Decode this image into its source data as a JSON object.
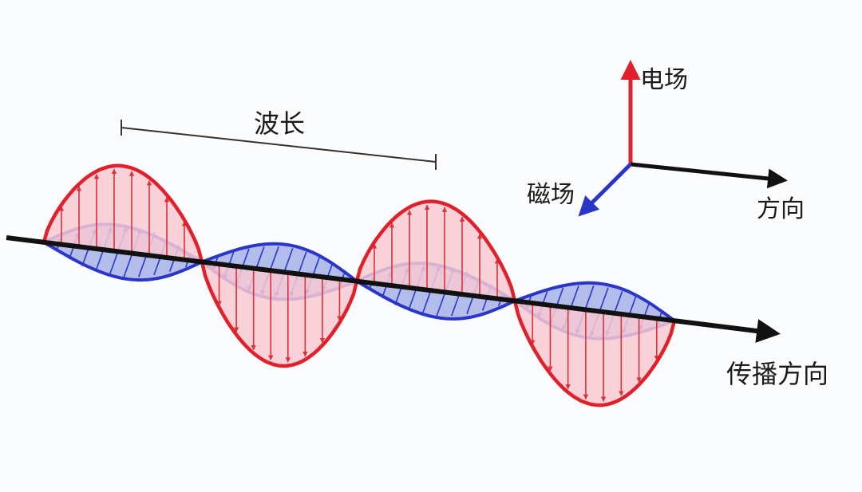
{
  "labels": {
    "wavelength": "波长",
    "electric_field": "电场",
    "magnetic_field": "磁场",
    "direction": "方向",
    "propagation_direction": "传播方向"
  },
  "colors": {
    "electric_stroke": "#e0202a",
    "electric_fill": "#f7c9d2",
    "magnetic_stroke": "#2a36c8",
    "magnetic_fill": "#b4bdea",
    "axis": "#111111",
    "background": "#fbfcfe"
  }
}
